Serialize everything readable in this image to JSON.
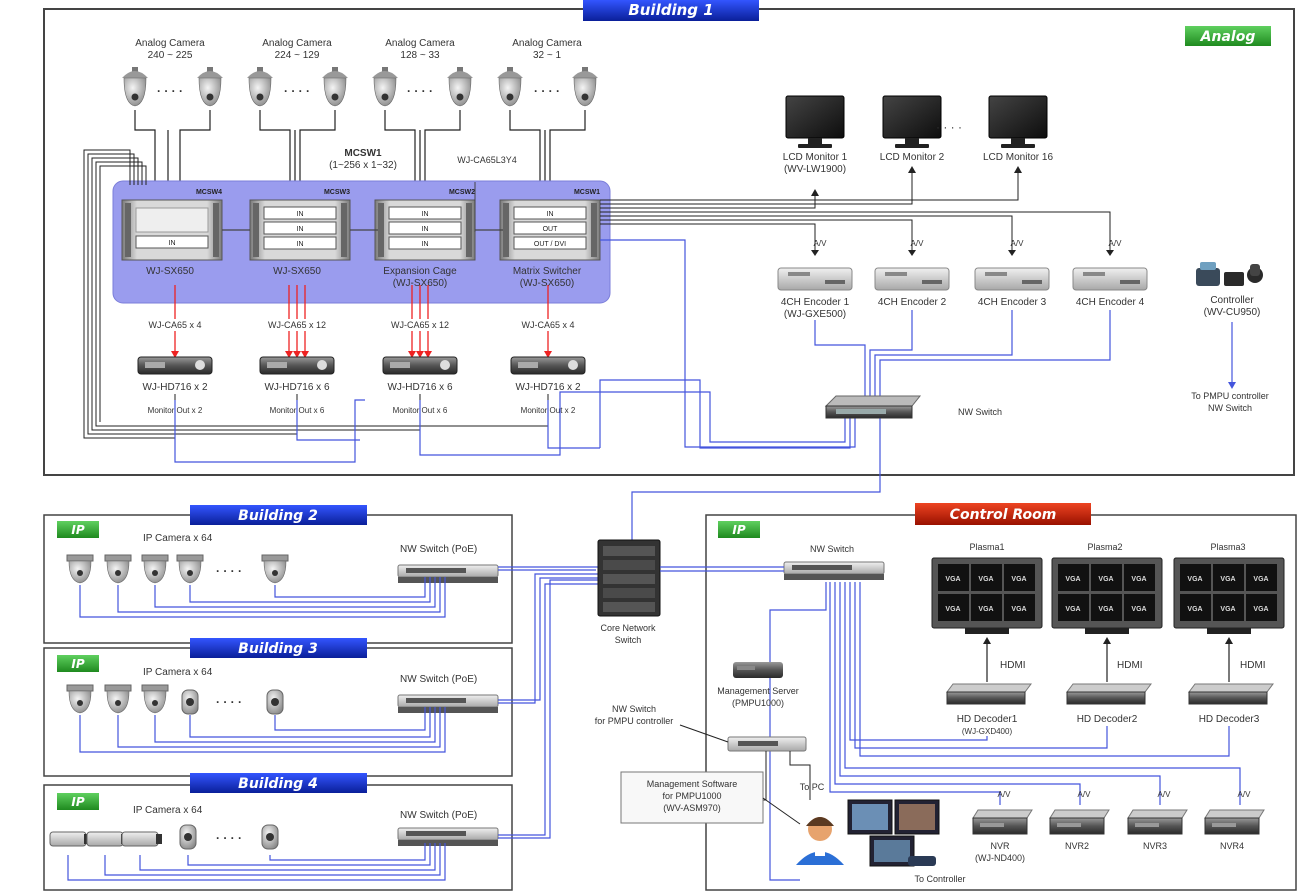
{
  "buildings": {
    "b1": "Building 1",
    "b2": "Building 2",
    "b3": "Building 3",
    "b4": "Building 4",
    "control": "Control Room"
  },
  "badges": {
    "analog": "Analog",
    "ip": "IP"
  },
  "b1": {
    "cameras": [
      {
        "line1": "Analog Camera",
        "line2": "240 ~ 225"
      },
      {
        "line1": "Analog Camera",
        "line2": "224 ~ 129"
      },
      {
        "line1": "Analog Camera",
        "line2": "128 ~ 33"
      },
      {
        "line1": "Analog Camera",
        "line2": "32 ~ 1"
      }
    ],
    "ellipsis": "· · · ·",
    "mcsw1": "MCSW1",
    "mcsw1_range": "(1~256 x 1~32)",
    "wj_cable": "WJ-CA65L3Y4",
    "modules": [
      {
        "tag": "MCSW4",
        "name": "WJ-SX650"
      },
      {
        "tag": "MCSW3",
        "name": "WJ-SX650"
      },
      {
        "tag": "MCSW2",
        "name": "Expansion Cage",
        "sub": "(WJ-SX650)"
      },
      {
        "tag": "MCSW1",
        "name": "Matrix Switcher",
        "sub": "(WJ-SX650)"
      }
    ],
    "module_rows": {
      "m1": [
        "IN"
      ],
      "m2": [
        "IN",
        "IN",
        "IN"
      ],
      "m3": [
        "IN",
        "IN",
        "IN"
      ],
      "m4": [
        "IN",
        "OUT",
        "OUT / DVI"
      ]
    },
    "cables": [
      "WJ-CA65 x 4",
      "WJ-CA65 x 12",
      "WJ-CA65 x 12",
      "WJ-CA65 x 4"
    ],
    "recorders": [
      {
        "name": "WJ-HD716 x 2",
        "out": "Monitor Out x 2"
      },
      {
        "name": "WJ-HD716 x 6",
        "out": "Monitor Out x 6"
      },
      {
        "name": "WJ-HD716 x 6",
        "out": "Monitor Out x 6"
      },
      {
        "name": "WJ-HD716 x 2",
        "out": "Monitor Out x 2"
      }
    ],
    "monitors": [
      {
        "line1": "LCD Monitor 1",
        "line2": "(WV-LW1900)"
      },
      {
        "line1": "LCD Monitor 2",
        "line2": ""
      },
      {
        "line1": "LCD Monitor 16",
        "line2": ""
      }
    ],
    "encoders": [
      {
        "line1": "4CH Encoder 1",
        "line2": "(WJ-GXE500)"
      },
      {
        "line1": "4CH Encoder 2",
        "line2": ""
      },
      {
        "line1": "4CH Encoder 3",
        "line2": ""
      },
      {
        "line1": "4CH Encoder 4",
        "line2": ""
      }
    ],
    "controller": {
      "line1": "Controller",
      "line2": "(WV-CU950)"
    },
    "to_pmpu": {
      "line1": "To PMPU controller",
      "line2": "NW Switch"
    },
    "nw_switch": "NW Switch",
    "av": "A/V"
  },
  "b2": {
    "cameras": "IP Camera x 64",
    "switch": "NW Switch (PoE)"
  },
  "b3": {
    "cameras": "IP Camera x 64",
    "switch": "NW Switch (PoE)"
  },
  "b4": {
    "cameras": "IP Camera x 64",
    "switch": "NW Switch (PoE)"
  },
  "core": {
    "line1": "Core Network",
    "line2": "Switch"
  },
  "control": {
    "nw_switch": "NW Switch",
    "displays": [
      "Plasma1",
      "Plasma2",
      "Plasma3"
    ],
    "vga": "VGA",
    "hdmi": "HDMI",
    "decoders": [
      {
        "line1": "HD Decoder1",
        "line2": "(WJ-GXD400)"
      },
      {
        "line1": "HD Decoder2",
        "line2": ""
      },
      {
        "line1": "HD Decoder3",
        "line2": ""
      }
    ],
    "mgmt_server": {
      "line1": "Management Server",
      "line2": "(PMPU1000)"
    },
    "nw_pmpu": {
      "line1": "NW Switch",
      "line2": "for PMPU controller"
    },
    "mgmt_software": {
      "line1": "Management Software",
      "line2": "for PMPU1000",
      "line3": "(WV-ASM970)"
    },
    "to_pc": "To PC",
    "to_controller": "To Controller",
    "nvrs": [
      {
        "line1": "NVR",
        "line2": "(WJ-ND400)"
      },
      {
        "line1": "NVR2",
        "line2": ""
      },
      {
        "line1": "NVR3",
        "line2": ""
      },
      {
        "line1": "NVR4",
        "line2": ""
      }
    ]
  },
  "colors": {
    "banner_blue": "#1133cc",
    "banner_red": "#cc2200",
    "badge_green": "#2fa12f",
    "matrix_panel": "#9999ee",
    "line_blue": "#4455dd",
    "line_red": "#ee2222",
    "line_black": "#222222"
  }
}
